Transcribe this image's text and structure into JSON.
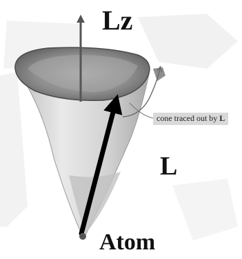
{
  "labels": {
    "lz": "Lz",
    "l_vector": "L",
    "atom": "Atom",
    "cone_caption": "cone traced out by",
    "cone_caption_bold": "L"
  },
  "colors": {
    "background": "#ffffff",
    "cone_fill": "#d6d6d6",
    "cone_rim_dark": "#7a7a7a",
    "axis_arrow": "#555555",
    "angular_momentum_arrow": "#000000",
    "caption_box": "#d9d9d9"
  }
}
